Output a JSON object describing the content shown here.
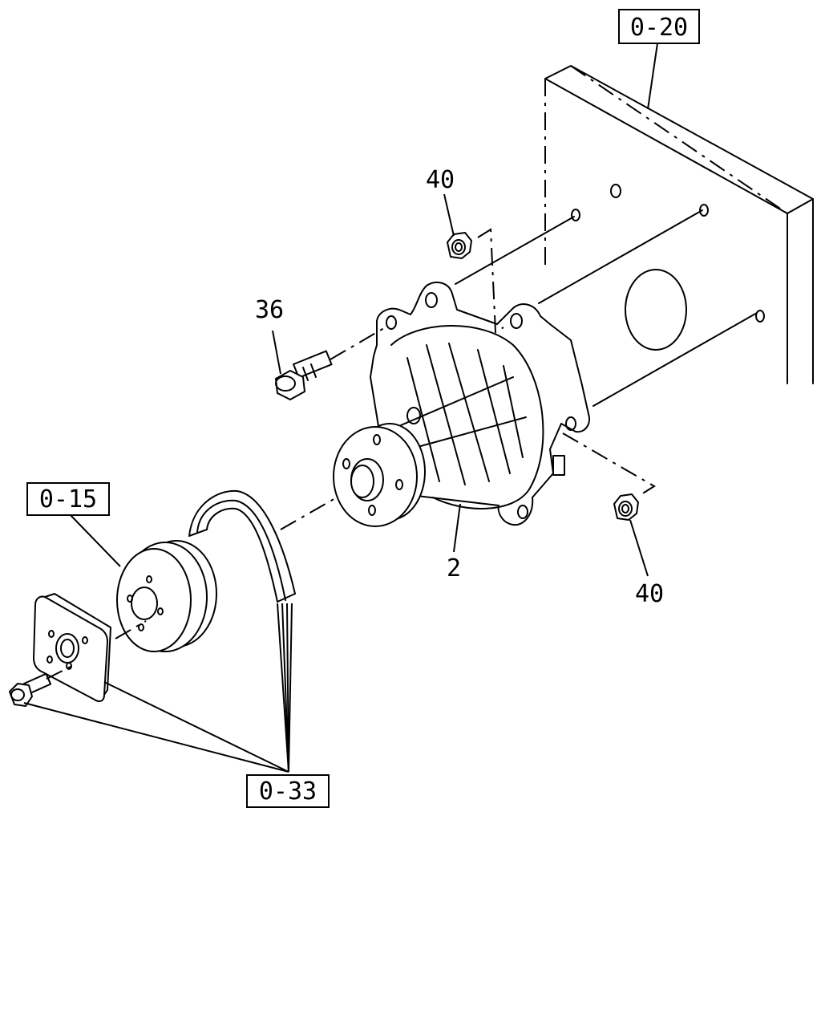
{
  "references": {
    "ref_0_20": "0-20",
    "ref_0_15": "0-15",
    "ref_0_33": "0-33"
  },
  "callouts": {
    "nut_upper": "40",
    "nut_lower": "40",
    "bolt": "36",
    "water_pump": "2"
  }
}
